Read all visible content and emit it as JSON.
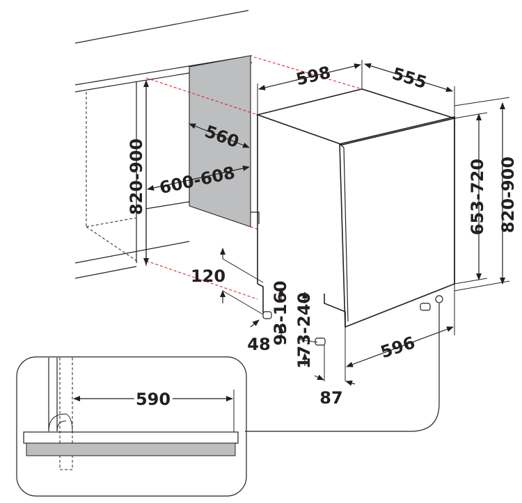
{
  "colors": {
    "line": "#231f20",
    "hidden_line": "#d9252a",
    "panel_fill": "#bcbec0",
    "background": "#ffffff"
  },
  "dimensions": {
    "appliance_width": "598",
    "appliance_depth": "555",
    "niche_depth": "560",
    "niche_width": "600-608",
    "niche_height": "820-900",
    "appliance_height": "820-900",
    "appliance_body_height": "653-720",
    "door_offset": "120",
    "plinth_depth": "48",
    "plinth_range": "93-160",
    "plinth_height": "173-240",
    "door_width": "596",
    "front_offset": "87",
    "detail_clearance": "590"
  },
  "arrows": [
    "arrowhead"
  ]
}
